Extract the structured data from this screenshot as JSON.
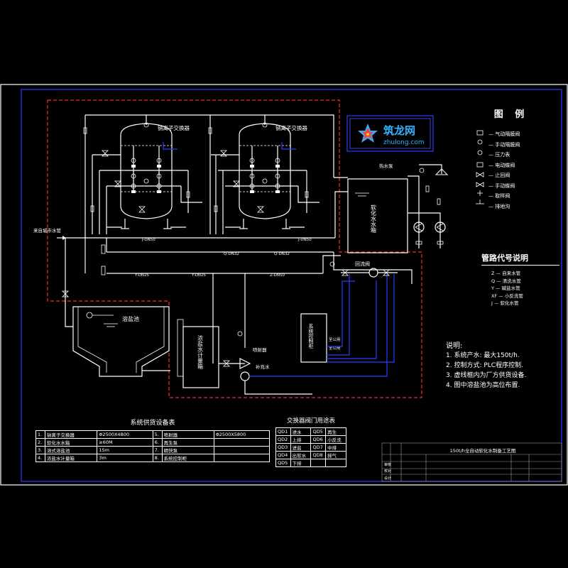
{
  "logo": {
    "cn": "筑龙网",
    "en": "zhulong.com"
  },
  "tank_labels": [
    "钠离子交换器",
    "钠离子交换器"
  ],
  "labels": {
    "soft_tank": "软化水水箱",
    "hot_pump": "热水泵",
    "brine_tank": "浓盐水计量箱",
    "dissolve_pool": "溶盐池",
    "control_cabinet": "系统控制柜",
    "ejector": "喷射器",
    "inlet_pipe": "来自城市水管",
    "return_valve": "回流阀",
    "make_up": "补充水",
    "tag_a": "至公用",
    "tag_b": "至公用",
    "pipe_z": "Z-DN50",
    "pipe_q": "Q-DN32",
    "pipe_y": "Y-DN25",
    "pipe_j": "J-DN50"
  },
  "legend": {
    "title": "图 例",
    "items": [
      "气动隔膜阀",
      "手动隔膜阀",
      "压力表",
      "电动蝶阀",
      "止回阀",
      "手动蝶阀",
      "取样阀",
      "排地沟"
    ]
  },
  "pipe_codes": {
    "title": "管路代号说明",
    "items": [
      "Z — 自来水管",
      "Q — 清洗水管",
      "Y — 碱盐水管",
      "XF — 小反洗管",
      "J — 软化水管"
    ]
  },
  "notes": {
    "title": "说明:",
    "items": [
      "1. 系统产水: 最大150t/h.",
      "2. 控制方式: PLC程序控制.",
      "3. 虚线框内为厂方供货设备.",
      "4. 图中溶盐池为高位布置."
    ]
  },
  "equip_table": {
    "title": "系统供货设备表",
    "rows": [
      [
        "1.",
        "钠离子交换器",
        "Φ2500X4800",
        "5.",
        "喷射器",
        "Φ2500X5800"
      ],
      [
        "2.",
        "软化水水箱",
        "≥60M",
        "6.",
        "再生泵",
        ""
      ],
      [
        "3.",
        "溶式溶盐池",
        "15m",
        "7.",
        "精快泵",
        ""
      ],
      [
        "4.",
        "浓盐水计量箱",
        "3m",
        "8.",
        "系统控制柜",
        ""
      ]
    ]
  },
  "valve_table": {
    "title": "交换器阀门用途表",
    "rows": [
      [
        "QD1",
        "进水",
        "QD5",
        "再生"
      ],
      [
        "QD2",
        "上排",
        "QD6",
        "小反洗"
      ],
      [
        "QD3",
        "进盐",
        "QD7",
        "中排"
      ],
      [
        "QD4",
        "出软水",
        "QD8",
        "排气"
      ],
      [
        "QD5",
        "下排",
        "",
        ""
      ]
    ]
  },
  "title_block": {
    "title": "150t/h全自动软化水制备工艺图",
    "rows": [
      "审核",
      "校对",
      "设计"
    ]
  }
}
